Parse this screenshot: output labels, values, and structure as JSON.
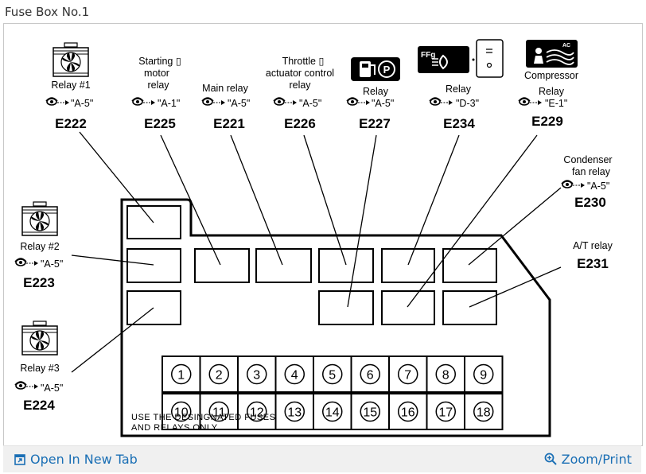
{
  "title": "Fuse Box No.1",
  "footer": {
    "open_tab": "Open In New Tab",
    "zoom_print": "Zoom/Print"
  },
  "relays": {
    "r1": {
      "label": "Relay #1",
      "ref": "\"A-5\"",
      "code": "E222",
      "icon": "radiator-fan-icon"
    },
    "r2": {
      "label": "Relay #2",
      "ref": "\"A-5\"",
      "code": "E223",
      "icon": "radiator-fan-icon"
    },
    "r3": {
      "label": "Relay #3",
      "ref": "\"A-5\"",
      "code": "E224",
      "icon": "radiator-fan-icon"
    },
    "starting": {
      "label1": "Starting ▯",
      "label2": "motor",
      "label3": "relay",
      "ref": "\"A-1\"",
      "code": "E225"
    },
    "main": {
      "label": "Main relay",
      "ref": "\"A-5\"",
      "code": "E221"
    },
    "throttle": {
      "label1": "Throttle ▯",
      "label2": "actuator control",
      "label3": "relay",
      "ref": "\"A-5\"",
      "code": "E226"
    },
    "fuel": {
      "label": "Relay",
      "ref": "\"A-5\"",
      "code": "E227",
      "icon": "fuel-pump-icon"
    },
    "fog": {
      "label": "Relay",
      "ref": "\"D-3\"",
      "code": "E234",
      "icon": "fog-lamp-icon",
      "icon_text": "FFg"
    },
    "compressor": {
      "label1": "Compressor",
      "label2": "Relay",
      "ref": "\"E-1\"",
      "code": "E229",
      "icon": "ac-compressor-icon",
      "icon_text": "AC"
    },
    "condenser": {
      "label1": "Condenser",
      "label2": "fan relay",
      "ref": "\"A-5\"",
      "code": "E230"
    },
    "at": {
      "label": "A/T relay",
      "code": "E231"
    }
  },
  "fuses": [
    "1",
    "2",
    "3",
    "4",
    "5",
    "6",
    "7",
    "8",
    "9",
    "10",
    "11",
    "12",
    "13",
    "14",
    "15",
    "16",
    "17",
    "18"
  ],
  "note": {
    "line1": "USE THE DESINGNATED FUSES",
    "line2": "AND RELAYS ONLY."
  }
}
